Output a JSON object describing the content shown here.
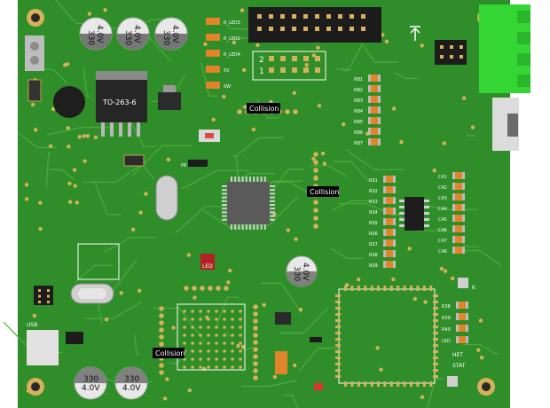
{
  "board": {
    "colors": {
      "pcb": "#2f8e2a",
      "pcb_dark": "#1f6e1e",
      "trace": "#4cab3e",
      "silk": "#ffffff",
      "copper": "#d6b15a",
      "smd_orange": "#e2842a",
      "chip": "#3b3b3b",
      "terminal_green": "#33d633",
      "tag_bg": "#000000"
    }
  },
  "capacitors_top": [
    {
      "line1": "330",
      "line2": "4.0V"
    },
    {
      "line1": "330",
      "line2": "4.0V"
    },
    {
      "line1": "330",
      "line2": "4.0V"
    }
  ],
  "capacitors_bottom": [
    {
      "line1": "330",
      "line2": "4.0V"
    },
    {
      "line1": "330",
      "line2": "4.0V"
    }
  ],
  "capacitor_mid": {
    "line1": "330",
    "line2": "4.0V"
  },
  "labels": {
    "to263": "TO-263-6",
    "collision1": "Collision",
    "collision2": "Collision",
    "collision3": "Collision",
    "bridge_top": "2",
    "bridge_bottom": "1",
    "led": "LED",
    "usb": "USB",
    "het": "HET",
    "stat": "STAT",
    "k": "K"
  },
  "silk_small": {
    "rled3": "R_LED3",
    "rled2": "R_LED2",
    "rled4": "R_LED4",
    "5v": "5V",
    "sw": "SW",
    "p8": "P8"
  },
  "orange_columns": {
    "left_mid": [
      "RB1",
      "RB2",
      "RB3",
      "RB4",
      "RB5",
      "RB6",
      "RB7"
    ],
    "center_col": [
      "RS1",
      "RS2",
      "RS3",
      "RS4",
      "RS5",
      "RS6",
      "RS7",
      "RS8",
      "RS9"
    ],
    "right_col": [
      "C41",
      "C42",
      "C43",
      "C44",
      "C45",
      "C46",
      "C47",
      "C48"
    ],
    "right_bottom": [
      "R38",
      "R39",
      "R40",
      "LED"
    ]
  }
}
